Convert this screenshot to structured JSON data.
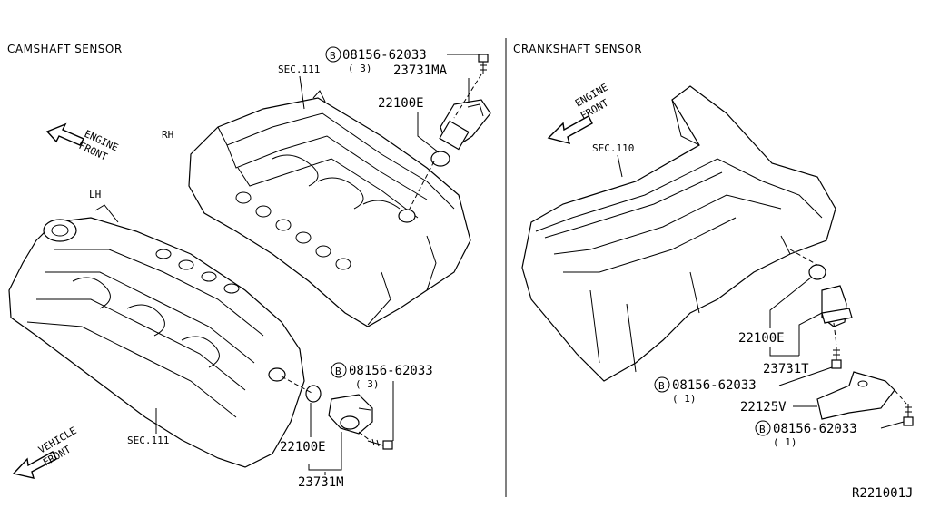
{
  "sections": {
    "camshaft_title": "CAMSHAFT SENSOR",
    "crankshaft_title": "CRANKSHAFT SENSOR"
  },
  "callouts": {
    "bolt_symbol": "B",
    "cam_top_bolt": "08156-62033",
    "cam_top_bolt_qty": "( 3)",
    "cam_top_sensor": "23731MA",
    "cam_top_oring": "22100E",
    "sec_top": "SEC.111",
    "rh": "RH",
    "lh": "LH",
    "sec_bottom": "SEC.111",
    "cam_bottom_bolt": "08156-62033",
    "cam_bottom_bolt_qty": "( 3)",
    "cam_bottom_oring": "22100E",
    "cam_bottom_sensor": "23731M",
    "sec_crank": "SEC.110",
    "crank_oring": "22100E",
    "crank_sensor": "23731T",
    "crank_bolt1": "08156-62033",
    "crank_bolt1_qty": "( 1)",
    "crank_bracket": "22125V",
    "crank_bolt2": "08156-62033",
    "crank_bolt2_qty": "( 1)"
  },
  "arrows": {
    "engine_front_1": "ENGINE",
    "engine_front_2": "FRONT",
    "engine_front_crank_1": "ENGINE",
    "engine_front_crank_2": "FRONT",
    "vehicle_front_1": "VEHICLE",
    "vehicle_front_2": "FRONT"
  },
  "diagram_id": "R221001J"
}
